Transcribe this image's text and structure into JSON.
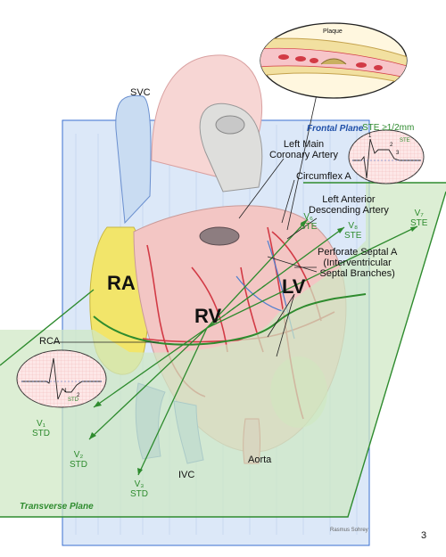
{
  "labels": {
    "svc": "SVC",
    "frontal_plane": "Frontal Plane",
    "ste_header": "STE",
    "ste_threshold": "≥1/2mm",
    "plaque": "Plaque",
    "left_main": "Left Main\nCoronary Artery",
    "circumflex": "Circumflex A",
    "lad": "Left Anterior\nDescending Artery",
    "perforate": "Perforate Septal A\n(Interventricular\nSeptal Branches)",
    "ra": "RA",
    "rv": "RV",
    "lv": "LV",
    "rca": "RCA",
    "ivc": "IVC",
    "aorta": "Aorta",
    "transverse_plane": "Transverse Plane",
    "page_number": "3",
    "signature": "Rasmus Sohrey"
  },
  "leads": {
    "v1": {
      "name": "V₁",
      "status": "STD"
    },
    "v2": {
      "name": "V₂",
      "status": "STD"
    },
    "v3": {
      "name": "V₃",
      "status": "STD"
    },
    "v6": {
      "name": "V₆",
      "status": "STE"
    },
    "v7": {
      "name": "V₇",
      "status": "STE"
    },
    "v8": {
      "name": "V₈",
      "status": "STE"
    }
  },
  "ecg_insets": {
    "ste": {
      "label": "STE",
      "markers": [
        "1",
        "2",
        "3"
      ]
    },
    "std": {
      "label": "STD",
      "markers": [
        "1",
        "2"
      ]
    }
  },
  "colors": {
    "frontal_plane_border": "#3a6fd0",
    "frontal_plane_fill": "#dce8f8",
    "transverse_plane_fill": "#cfe8c4",
    "transverse_plane_border": "#2e8b2e",
    "right_atrium": "#f2e56a",
    "heart_pink": "#f3c6c4",
    "coronary_red": "#d23a45",
    "vein_blue": "#4f7fcf",
    "ecg_grid": "#f0b8b8"
  }
}
